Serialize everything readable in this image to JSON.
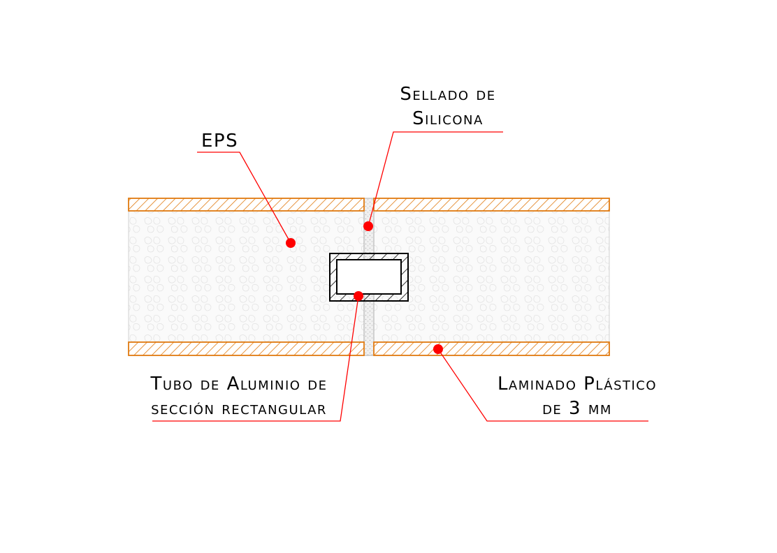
{
  "colors": {
    "laminate": "#e07a10",
    "leader": "#ff0000",
    "dot": "#ff0000",
    "outline": "#000000",
    "foam": "#f2f2f2",
    "seal": "#d9d9d9",
    "text": "#000000"
  },
  "labels": {
    "eps": "EPS",
    "silicone_line1": "Sellado de",
    "silicone_line2": "Silicona",
    "tube_line1": "Tubo de Aluminio de",
    "tube_line2": "sección rectangular",
    "laminate_line1": "Laminado Plástico",
    "laminate_line2": "de 3 mm"
  }
}
